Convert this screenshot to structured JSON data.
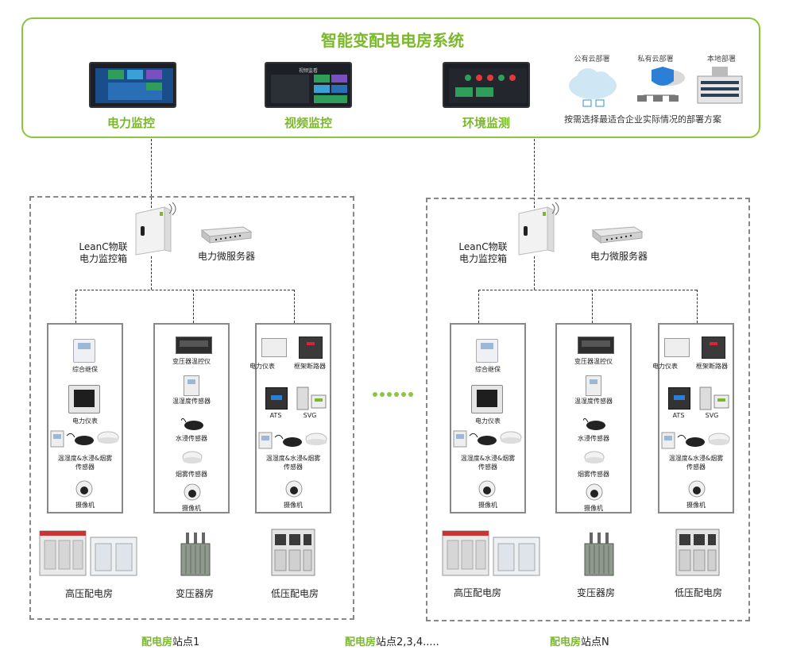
{
  "system": {
    "title": "智能变配电电房系统",
    "modules": [
      "电力监控",
      "视频监控",
      "环境监测"
    ],
    "screen_title": "视频监看",
    "deployments": [
      "公有云部署",
      "私有云部署",
      "本地部署"
    ],
    "deploy_note": "按需选择最适合企业实际情况的部署方案"
  },
  "site": {
    "gateway": "LeanC物联\n电力监控箱",
    "server": "电力微服务器",
    "group1": [
      "综合继保",
      "电力仪表",
      "温湿度&水浸&烟雾\n传感器",
      "摄像机"
    ],
    "group2": [
      "变压器温控仪",
      "温湿度传感器",
      "水浸传感器",
      "烟雾传感器",
      "摄像机"
    ],
    "group3_top": [
      "电力仪表",
      "框架断路器"
    ],
    "group3_mid": [
      "ATS",
      "SVG"
    ],
    "group3_bottom": [
      "温湿度&水浸&烟雾\n传感器",
      "摄像机"
    ],
    "rooms": [
      "高压配电房",
      "变压器房",
      "低压配电房"
    ]
  },
  "footer": [
    {
      "prefix": "配电房",
      "suffix": "站点1"
    },
    {
      "prefix": "配电房",
      "suffix": "站点2,3,4....."
    },
    {
      "prefix": "配电房",
      "suffix": "站点N"
    }
  ],
  "colors": {
    "accent": "#8cc63f",
    "accent_text": "#7ab929",
    "border": "#888888"
  }
}
